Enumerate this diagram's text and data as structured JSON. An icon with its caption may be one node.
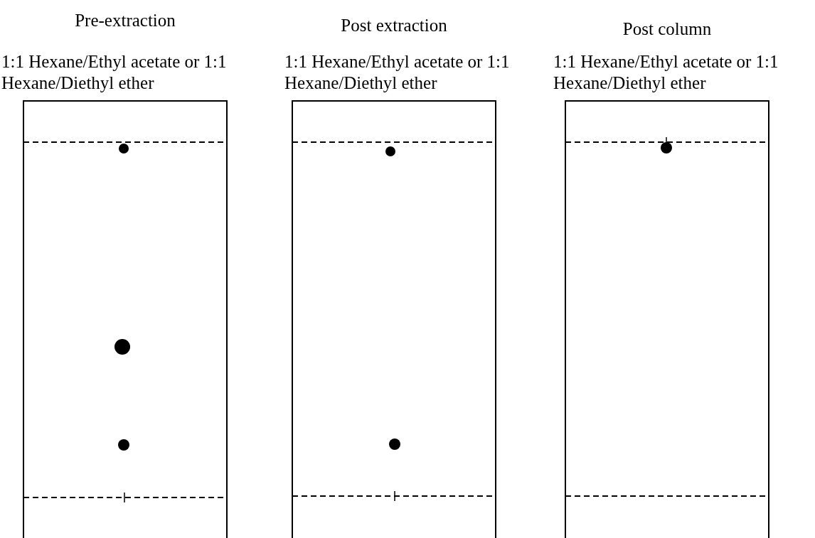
{
  "diagram": {
    "nodes": [
      {
        "text": [
          "Pre-extraction",
          "1:1 Hexane/Ethyl acetate or 1:1 Hexane/Diethyl ether"
        ]
      },
      {
        "text": [
          "Post extraction",
          "1:1 Hexane/Ethyl acetate or 1:1 Hexane/Diethyl ether"
        ]
      },
      {
        "text": [
          "Post column",
          "1:1 Hexane/Ethyl acetate or 1:1 Hexane/Diethyl ether"
        ]
      }
    ]
  }
}
